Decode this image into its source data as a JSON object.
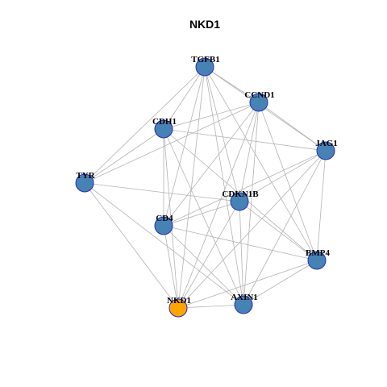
{
  "title": "NKD1",
  "colors": {
    "node_fill": "#4682b4",
    "center_fill": "#ffa500",
    "node_stroke": "#2b2bb8",
    "edge": "#b3b3b3"
  },
  "nodes": [
    {
      "id": "TGFB1",
      "label": "TGFB1"
    },
    {
      "id": "CCND1",
      "label": "CCND1"
    },
    {
      "id": "CDH1",
      "label": "CDH1"
    },
    {
      "id": "JAG1",
      "label": "JAG1"
    },
    {
      "id": "TYR",
      "label": "TYR"
    },
    {
      "id": "CDKN1B",
      "label": "CDKN1B"
    },
    {
      "id": "CD4",
      "label": "CD4"
    },
    {
      "id": "BMP4",
      "label": "BMP4"
    },
    {
      "id": "NKD1",
      "label": "NKD1",
      "highlight": true
    },
    {
      "id": "AXIN1",
      "label": "AXIN1"
    }
  ],
  "edges": [
    [
      "TGFB1",
      "CCND1"
    ],
    [
      "TGFB1",
      "CDH1"
    ],
    [
      "TGFB1",
      "JAG1"
    ],
    [
      "TGFB1",
      "TYR"
    ],
    [
      "TGFB1",
      "CDKN1B"
    ],
    [
      "TGFB1",
      "CD4"
    ],
    [
      "TGFB1",
      "BMP4"
    ],
    [
      "TGFB1",
      "NKD1"
    ],
    [
      "TGFB1",
      "AXIN1"
    ],
    [
      "CCND1",
      "CDH1"
    ],
    [
      "CCND1",
      "JAG1"
    ],
    [
      "CCND1",
      "TYR"
    ],
    [
      "CCND1",
      "CDKN1B"
    ],
    [
      "CCND1",
      "CD4"
    ],
    [
      "CCND1",
      "BMP4"
    ],
    [
      "CCND1",
      "NKD1"
    ],
    [
      "CCND1",
      "AXIN1"
    ],
    [
      "CDH1",
      "JAG1"
    ],
    [
      "CDH1",
      "TYR"
    ],
    [
      "CDH1",
      "CD4"
    ],
    [
      "CDH1",
      "BMP4"
    ],
    [
      "CDH1",
      "NKD1"
    ],
    [
      "CDH1",
      "AXIN1"
    ],
    [
      "JAG1",
      "CDKN1B"
    ],
    [
      "JAG1",
      "CD4"
    ],
    [
      "JAG1",
      "BMP4"
    ],
    [
      "JAG1",
      "NKD1"
    ],
    [
      "JAG1",
      "AXIN1"
    ],
    [
      "TYR",
      "CDKN1B"
    ],
    [
      "TYR",
      "NKD1"
    ],
    [
      "TYR",
      "AXIN1"
    ],
    [
      "CDKN1B",
      "CD4"
    ],
    [
      "CDKN1B",
      "BMP4"
    ],
    [
      "CDKN1B",
      "NKD1"
    ],
    [
      "CDKN1B",
      "AXIN1"
    ],
    [
      "CD4",
      "BMP4"
    ],
    [
      "CD4",
      "NKD1"
    ],
    [
      "CD4",
      "AXIN1"
    ],
    [
      "BMP4",
      "NKD1"
    ],
    [
      "BMP4",
      "AXIN1"
    ],
    [
      "NKD1",
      "AXIN1"
    ]
  ]
}
